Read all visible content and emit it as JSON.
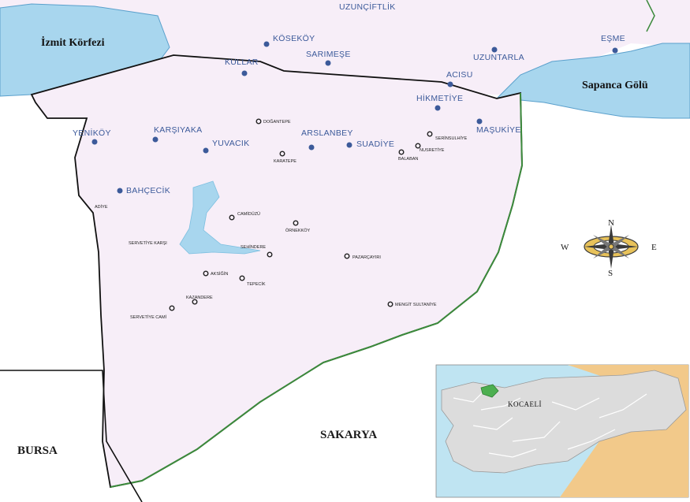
{
  "water": {
    "izmit_gulf": "İzmit Körfezi",
    "sapanca_lake": "Sapanca Gölü"
  },
  "regions": {
    "bursa": "BURSA",
    "sakarya": "SAKARYA"
  },
  "towns_big": [
    {
      "name": "UZUNÇİFTLİK"
    },
    {
      "name": "KÖSEKÖY"
    },
    {
      "name": "SARIMEŞE"
    },
    {
      "name": "KULLAR"
    },
    {
      "name": "UZUNTARLA"
    },
    {
      "name": "EŞME"
    },
    {
      "name": "ACISU"
    },
    {
      "name": "HİKMETİYE"
    },
    {
      "name": "MAŞUKİYE"
    },
    {
      "name": "YENİKÖY"
    },
    {
      "name": "KARŞIYAKA"
    },
    {
      "name": "YUVACIK"
    },
    {
      "name": "ARSLANBEY"
    },
    {
      "name": "SUADİYE"
    },
    {
      "name": "BAHÇECİK"
    }
  ],
  "towns_small": [
    {
      "name": "DOĞANTEPE"
    },
    {
      "name": "KARATEPE"
    },
    {
      "name": "BALABAN"
    },
    {
      "name": "NUSRETİYE"
    },
    {
      "name": "SERİNSULHİYE"
    },
    {
      "name": "CAMİDÜZÜ"
    },
    {
      "name": "ÖRNEKKÖY"
    },
    {
      "name": "SERVETİYE KARŞI"
    },
    {
      "name": "SEHİNDERE"
    },
    {
      "name": "PAZARÇAYIRI"
    },
    {
      "name": "AKSİĞİN"
    },
    {
      "name": "TEPECİK"
    },
    {
      "name": "KAZANDERE"
    },
    {
      "name": "SERVETİYE CAMİ"
    },
    {
      "name": "MENGİT SULTANİYE"
    },
    {
      "name": "ADİYE"
    }
  ],
  "compass": {
    "n": "N",
    "s": "S",
    "e": "E",
    "w": "W"
  },
  "inset": {
    "label": "KOCAELİ"
  },
  "colors": {
    "land": "#f7eef8",
    "water": "#a8d6ee",
    "water_dark": "#6ab4dc",
    "sakarya_border": "#3c8a3c",
    "town_blue": "#3c5a9a",
    "inset_sea": "#bfe4f2",
    "inset_bg": "#f2c98a",
    "highlight": "#4caf50"
  }
}
